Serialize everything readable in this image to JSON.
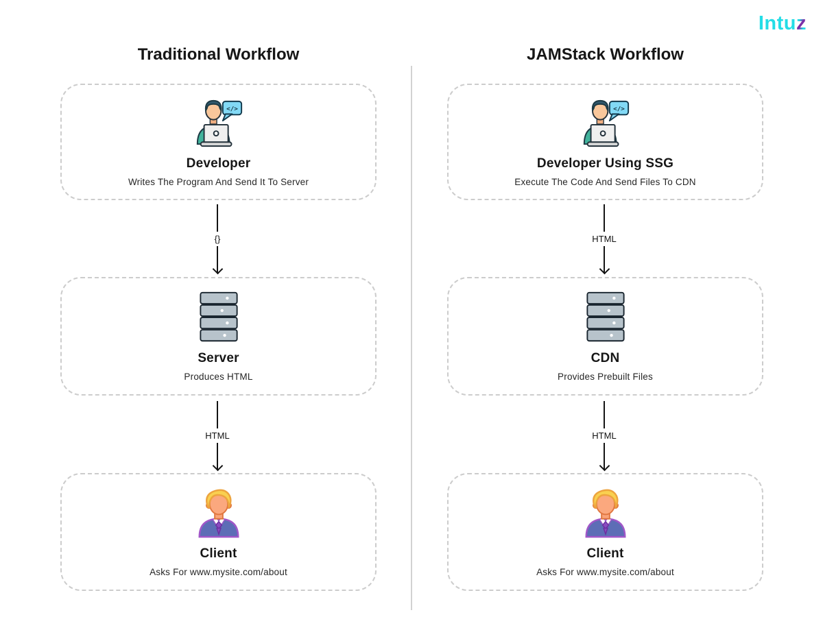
{
  "logo": {
    "text_main": "Intu",
    "text_accent": "z",
    "color_cyan": "#23dde6",
    "color_purple": "#7c2fa8"
  },
  "colors": {
    "box_border": "#cccccc",
    "divider": "#d2d2d2",
    "arrow": "#131313",
    "text": "#1c1c1c",
    "developer_shirt_teal": "#42b39c",
    "bubble_blue": "#82d9f5",
    "server_slab": "#b7c3cb",
    "client_suit": "#5d6db6",
    "client_hair": "#f9d050"
  },
  "columns": [
    {
      "title": "Traditional Workflow",
      "boxes": [
        {
          "icon": "developer-laptop-icon",
          "title": "Developer",
          "subtitle": "Writes The Program And Send It To Server"
        },
        {
          "icon": "server-stack-icon",
          "title": "Server",
          "subtitle": "Produces HTML"
        },
        {
          "icon": "client-person-icon",
          "title": "Client",
          "subtitle": "Asks For www.mysite.com/about"
        }
      ],
      "arrows": [
        {
          "label": "{}"
        },
        {
          "label": "HTML"
        }
      ]
    },
    {
      "title": "JAMStack Workflow",
      "boxes": [
        {
          "icon": "developer-laptop-icon",
          "title": "Developer Using SSG",
          "subtitle": "Execute The Code And Send Files To CDN"
        },
        {
          "icon": "server-stack-icon",
          "title": "CDN",
          "subtitle": "Provides Prebuilt Files"
        },
        {
          "icon": "client-person-icon",
          "title": "Client",
          "subtitle": "Asks For www.mysite.com/about"
        }
      ],
      "arrows": [
        {
          "label": "HTML"
        },
        {
          "label": "HTML"
        }
      ]
    }
  ]
}
